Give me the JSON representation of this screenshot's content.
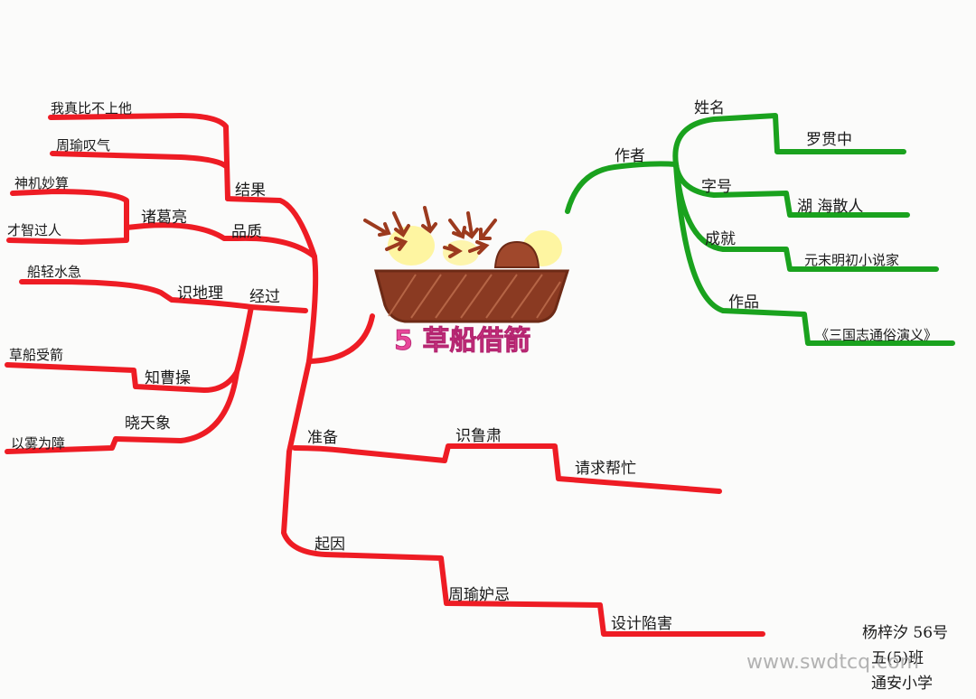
{
  "center": {
    "title": "5 草船借箭"
  },
  "right_branch": {
    "label": "作者",
    "children": [
      {
        "label": "姓名",
        "value": "罗贯中"
      },
      {
        "label": "字号",
        "value": "湖 海散人"
      },
      {
        "label": "成就",
        "value": "元末明初小说家"
      },
      {
        "label": "作品",
        "value": "《三国志通俗演义》"
      }
    ]
  },
  "left_upper": {
    "label": "结果",
    "children": [
      "我真比不上他",
      "周瑜叹气"
    ]
  },
  "left_quality": {
    "label": "品质",
    "sub_label": "诸葛亮",
    "children": [
      "神机妙算",
      "才智过人"
    ]
  },
  "left_process": {
    "label": "经过",
    "children": [
      {
        "label": "识地理",
        "value": "船轻水急"
      },
      {
        "label": "知曹操",
        "value": "草船受箭"
      },
      {
        "label": "晓天象",
        "value": "以雾为障"
      }
    ]
  },
  "preparation": {
    "label": "准备",
    "child": "识鲁肃",
    "grandchild": "请求帮忙"
  },
  "cause": {
    "label": "起因",
    "child": "周瑜妒忌",
    "grandchild": "设计陷害"
  },
  "signature": {
    "line1": "杨梓汐  56号",
    "line2": "五(5)班",
    "line3": "通安小学"
  },
  "watermark": "www.swdtcq.com",
  "colors": {
    "red_branch": "#ee1c24",
    "green_branch": "#1aa21e",
    "title": "#e8479a",
    "boat": "#8a3a22"
  }
}
